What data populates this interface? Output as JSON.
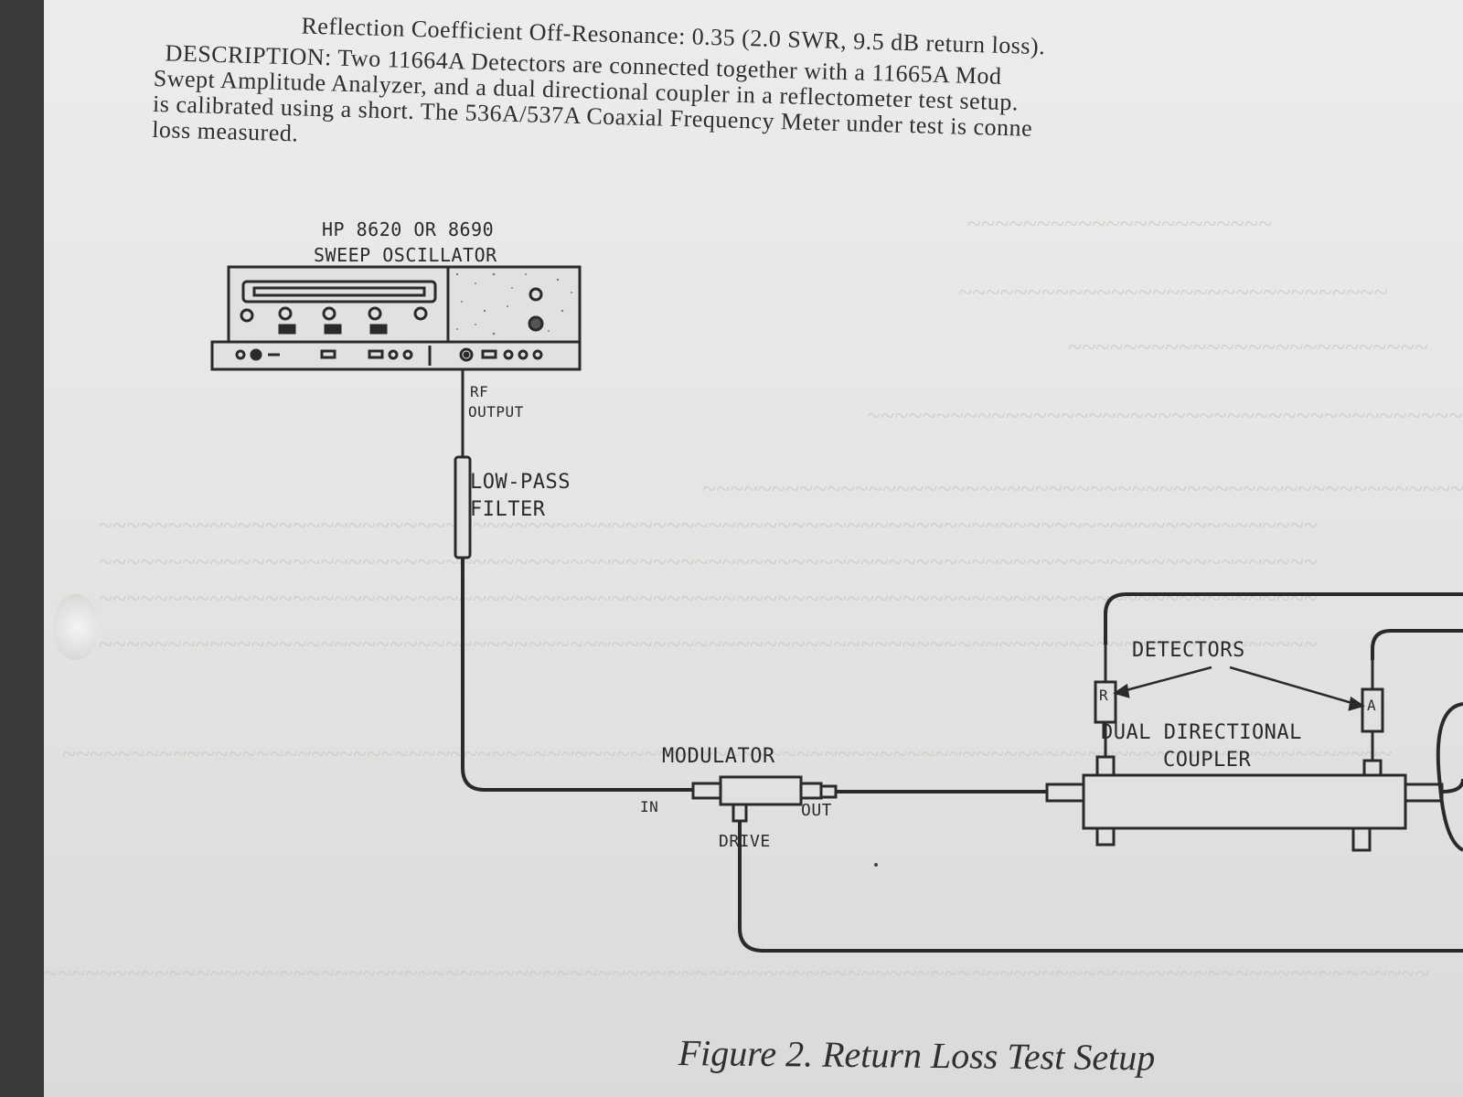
{
  "header": {
    "line1": "Reflection Coefficient Off-Resonance:  0.35 (2.0 SWR, 9.5 dB return loss).",
    "line2": "DESCRIPTION:  Two 11664A  Detectors are connected together with a 11665A Mod",
    "line3": "Swept Amplitude Analyzer, and a dual directional coupler in a reflectometer test setup.",
    "line4": "is calibrated using a short. The 536A/537A Coaxial Frequency Meter under test is conne",
    "line5": "loss measured."
  },
  "diagram": {
    "oscillator_label_1": "HP 8620 OR 8690",
    "oscillator_label_2": "SWEEP OSCILLATOR",
    "rf_output_1": "RF",
    "rf_output_2": "OUTPUT",
    "filter_1": "LOW-PASS",
    "filter_2": "FILTER",
    "modulator": "MODULATOR",
    "mod_in": "IN",
    "mod_out": "OUT",
    "mod_drive": "DRIVE",
    "detectors": "DETECTORS",
    "det_r": "R",
    "det_a": "A",
    "coupler_1": "DUAL DIRECTIONAL",
    "coupler_2": "COUPLER"
  },
  "caption": "Figure 2.  Return Loss Test Setup"
}
